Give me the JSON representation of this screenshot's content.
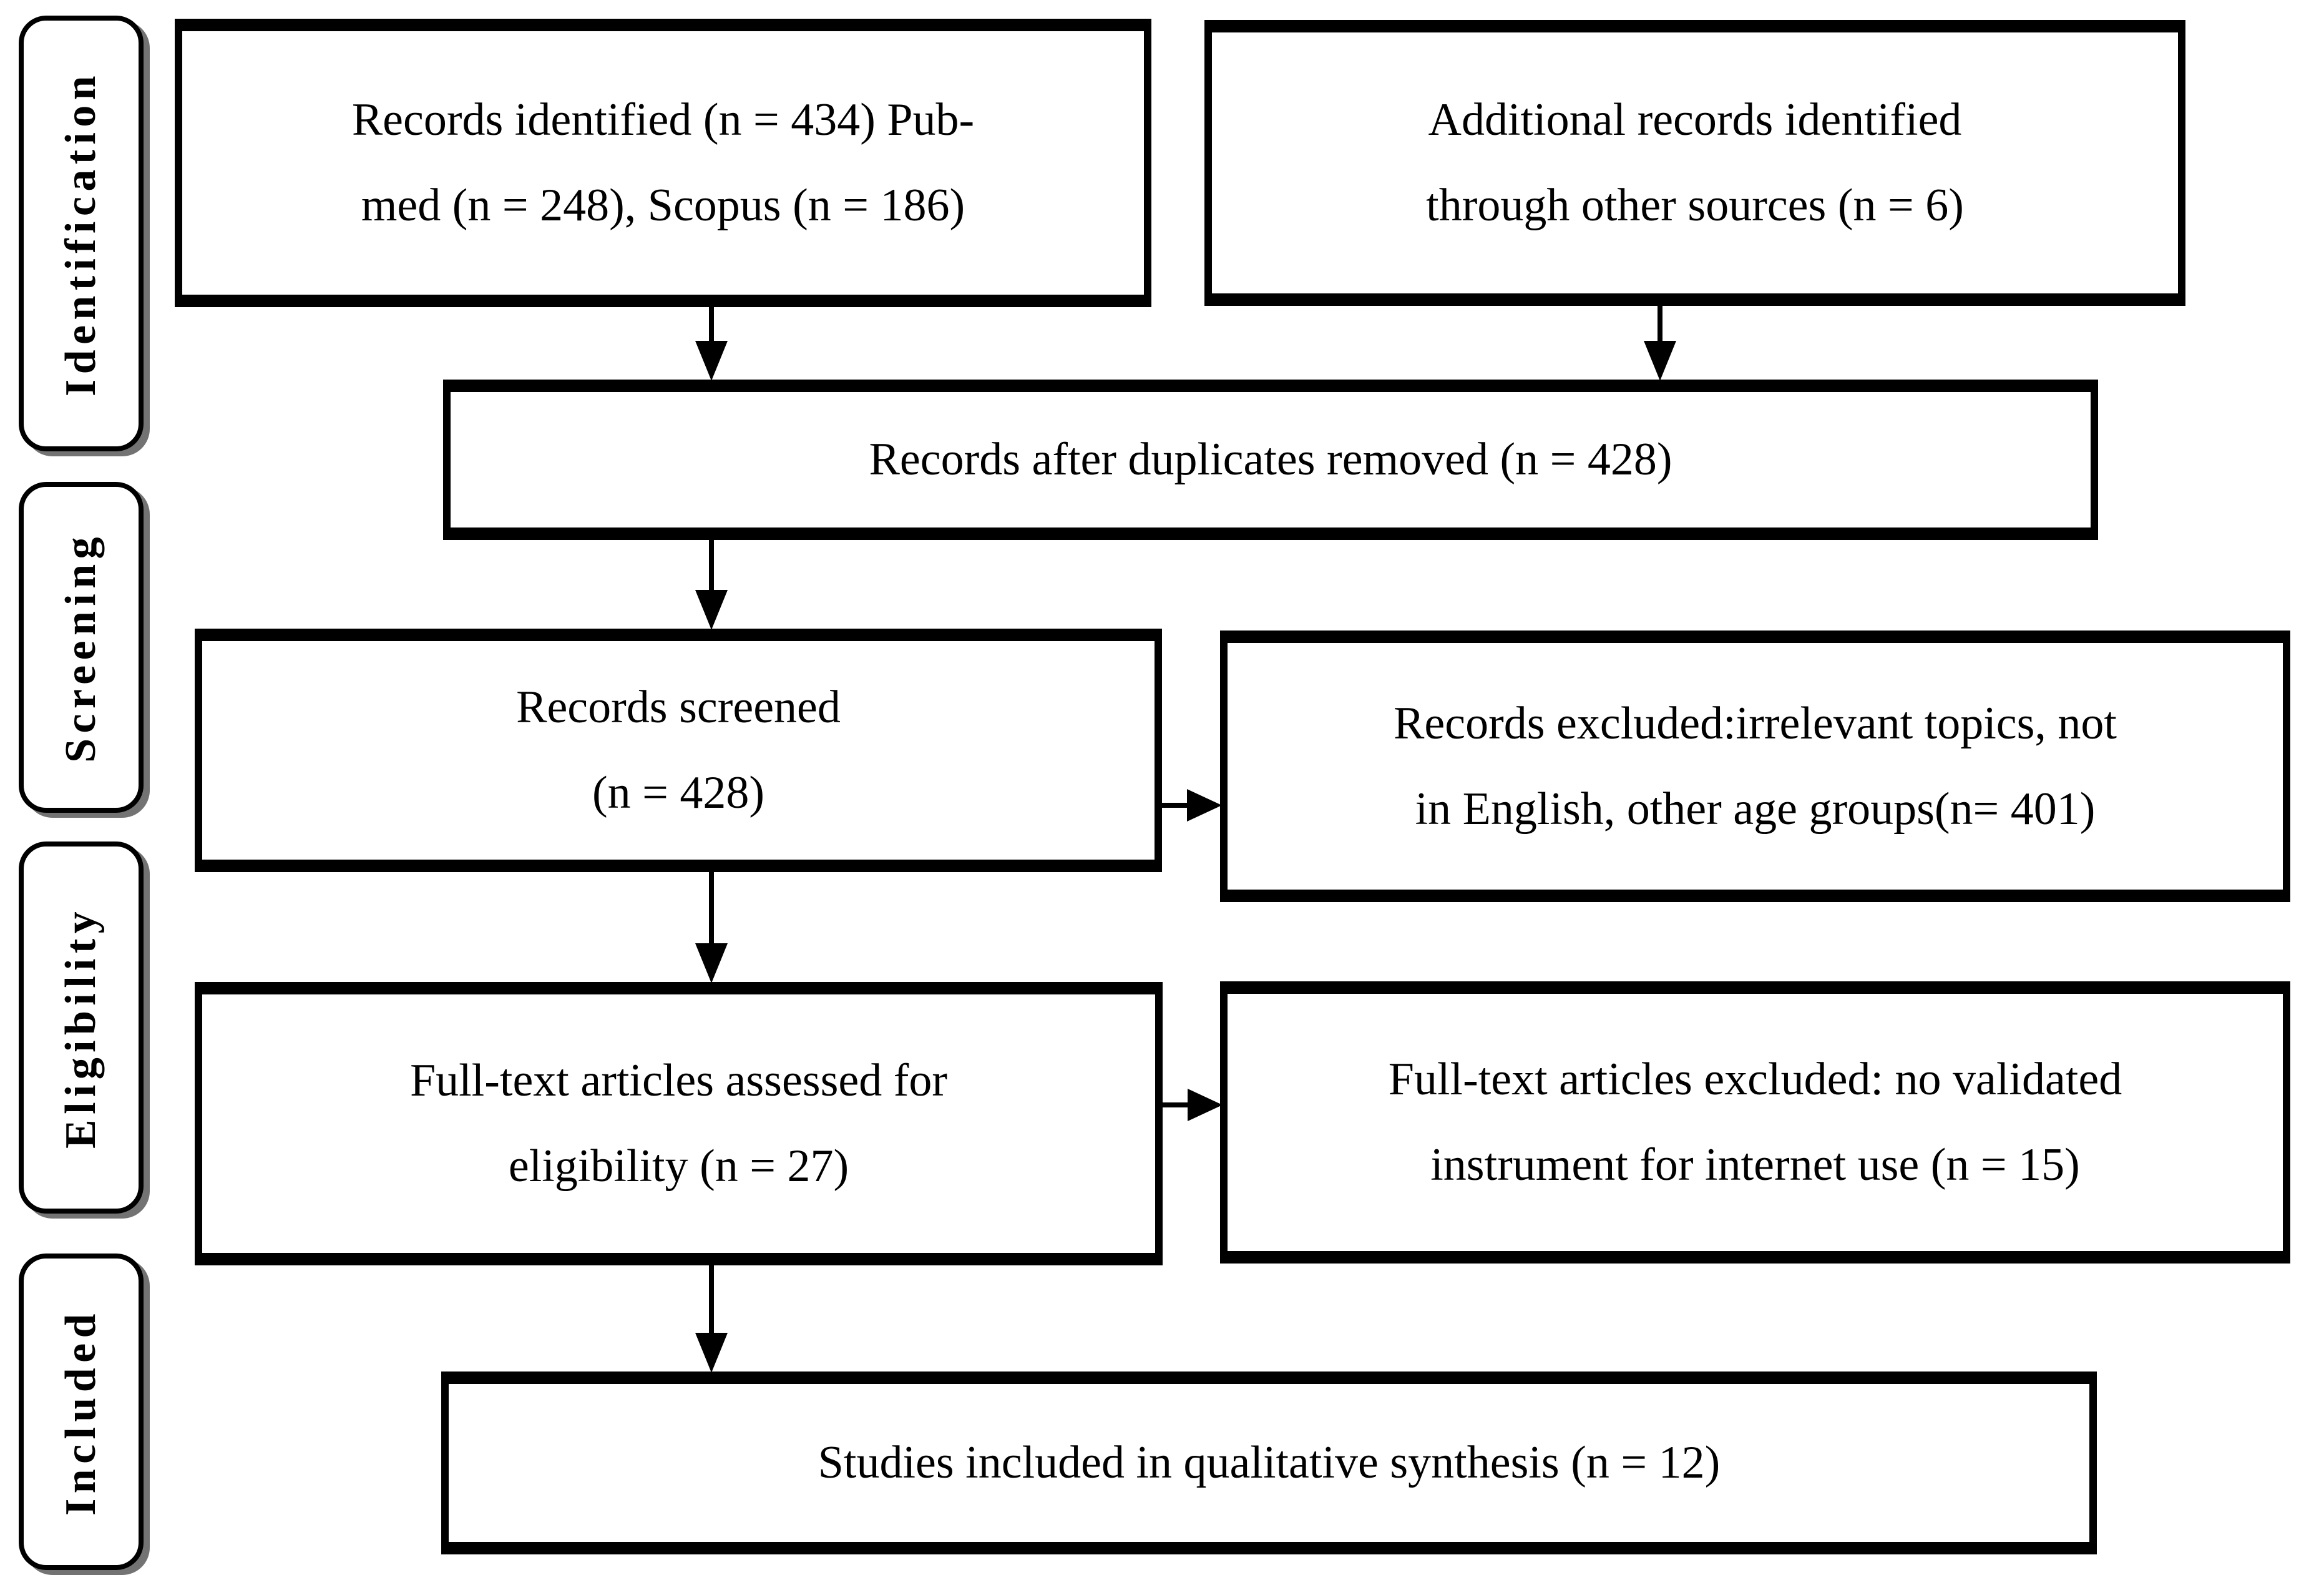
{
  "diagram": {
    "type": "prisma-flow"
  },
  "sidebar": {
    "items": [
      {
        "id": "identification",
        "label": "Identification"
      },
      {
        "id": "screening",
        "label": "Screening"
      },
      {
        "id": "eligibility",
        "label": "Eligibility"
      },
      {
        "id": "included",
        "label": "Included"
      }
    ]
  },
  "boxes": {
    "records_identified": {
      "text": "Records identified (n = 434) Pub-\nmed (n = 248), Scopus (n = 186)"
    },
    "additional_records": {
      "text": "Additional records identified\nthrough other sources (n = 6)"
    },
    "after_duplicates": {
      "text": "Records after duplicates removed (n = 428)"
    },
    "records_screened": {
      "text": "Records screened\n(n = 428)"
    },
    "records_excluded": {
      "text": "Records excluded:irrelevant topics, not\nin English, other age groups(n= 401)"
    },
    "fulltext_assessed": {
      "text": "Full-text articles assessed for\neligibility (n = 27)"
    },
    "fulltext_excluded": {
      "text": "Full-text articles excluded: no validated\ninstrument for internet use (n = 15)"
    },
    "studies_included": {
      "text": "Studies included in qualitative synthesis (n = 12)"
    }
  },
  "edges": [
    {
      "from": "records_identified",
      "to": "after_duplicates"
    },
    {
      "from": "additional_records",
      "to": "after_duplicates"
    },
    {
      "from": "after_duplicates",
      "to": "records_screened"
    },
    {
      "from": "records_screened",
      "to": "records_excluded"
    },
    {
      "from": "records_screened",
      "to": "fulltext_assessed"
    },
    {
      "from": "fulltext_assessed",
      "to": "fulltext_excluded"
    },
    {
      "from": "fulltext_assessed",
      "to": "studies_included"
    }
  ],
  "colors": {
    "ink": "#000000",
    "background": "#ffffff"
  }
}
